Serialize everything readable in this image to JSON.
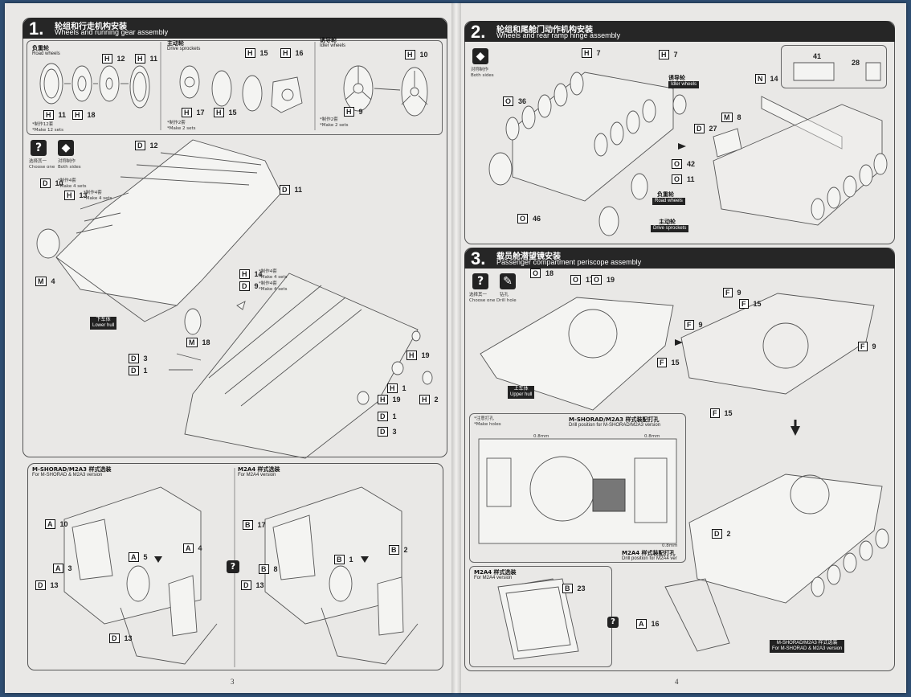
{
  "step1": {
    "number": "1.",
    "title_cn": "轮组和行走机构安装",
    "title_en": "Wheels and running gear assembly"
  },
  "step2": {
    "number": "2.",
    "title_cn": "轮组和尾舱门动作机构安装",
    "title_en": "Wheels and rear ramp hinge assembly"
  },
  "step3": {
    "number": "3.",
    "title_cn": "载员舱潜望镜安装",
    "title_en": "Passenger compartment periscope assembly"
  },
  "road_wheels": {
    "cn": "负重轮",
    "en": "Road wheels",
    "make_cn": "*制作12套",
    "make_en": "*Make 12 sets"
  },
  "drive_sprockets": {
    "cn": "主动轮",
    "en": "Drive sprockets",
    "make_cn": "*制作2套",
    "make_en": "*Make 2 sets"
  },
  "idler_wheels": {
    "cn": "诱导轮",
    "en": "Idler wheels",
    "make_cn": "*制作2套",
    "make_en": "*Make 2 sets"
  },
  "choose_one": {
    "cn": "选择其一",
    "en": "Choose one"
  },
  "both_sides": {
    "cn": "对称制作",
    "en": "Both sides"
  },
  "drill_hole": {
    "cn": "钻孔",
    "en": "Drill hole"
  },
  "lower_hull": {
    "cn": "下车体",
    "en": "Lower hull"
  },
  "upper_hull": {
    "cn": "上车体",
    "en": "Upper hull"
  },
  "make4_cn": "*制作4套",
  "make4_en": "*Make 4 sets",
  "variant_mshorad": {
    "cn": "M-SHORAD/M2A3 样式选装",
    "en": "For M-SHORAD & M2A3 version"
  },
  "variant_m2a4": {
    "cn": "M2A4 样式选装",
    "en": "For M2A4 version"
  },
  "make_holes": {
    "cn": "*注意打孔",
    "en": "*Make holes"
  },
  "drill_mshorad": {
    "cn": "M-SHORAD/M2A3 样式装配打孔",
    "en": "Drill position for M-SHORAD/M2A3 version"
  },
  "drill_m2a4": {
    "cn": "M2A4 样式装配打孔",
    "en": "Drill position for M2A4 ver"
  },
  "size_08": "0.8mm",
  "page_left": "3",
  "page_right": "4",
  "parts": {
    "h11": [
      "H",
      "11"
    ],
    "h18": [
      "H",
      "18"
    ],
    "h12": [
      "H",
      "12"
    ],
    "h11b": [
      "H",
      "11"
    ],
    "h17": [
      "H",
      "17"
    ],
    "h15": [
      "H",
      "15"
    ],
    "h15b": [
      "H",
      "15"
    ],
    "h16": [
      "H",
      "16"
    ],
    "h10": [
      "H",
      "10"
    ],
    "h9": [
      "H",
      "9"
    ],
    "d12": [
      "D",
      "12"
    ],
    "d10": [
      "D",
      "10"
    ],
    "h13": [
      "H",
      "13"
    ],
    "d11": [
      "D",
      "11"
    ],
    "m4": [
      "M",
      "4"
    ],
    "h14": [
      "H",
      "14"
    ],
    "d9": [
      "D",
      "9"
    ],
    "m18": [
      "M",
      "18"
    ],
    "d3": [
      "D",
      "3"
    ],
    "d1": [
      "D",
      "1"
    ],
    "h19": [
      "H",
      "19"
    ],
    "h1": [
      "H",
      "1"
    ],
    "h19b": [
      "H",
      "19"
    ],
    "h2": [
      "H",
      "2"
    ],
    "d1b": [
      "D",
      "1"
    ],
    "d3b": [
      "D",
      "3"
    ],
    "a10": [
      "A",
      "10"
    ],
    "a3": [
      "A",
      "3"
    ],
    "d13": [
      "D",
      "13"
    ],
    "a5": [
      "A",
      "5"
    ],
    "a4": [
      "A",
      "4"
    ],
    "d13b": [
      "D",
      "13"
    ],
    "b17": [
      "B",
      "17"
    ],
    "b8": [
      "B",
      "8"
    ],
    "d13c": [
      "D",
      "13"
    ],
    "b1": [
      "B",
      "1"
    ],
    "b2": [
      "B",
      "2"
    ],
    "h7": [
      "H",
      "7"
    ],
    "h7b": [
      "H",
      "7"
    ],
    "o36": [
      "O",
      "36"
    ],
    "d27": [
      "D",
      "27"
    ],
    "m8": [
      "M",
      "8"
    ],
    "o42": [
      "O",
      "42"
    ],
    "o11": [
      "O",
      "11"
    ],
    "n14": [
      "N",
      "14"
    ],
    "p41": [
      "",
      "41"
    ],
    "p28": [
      "",
      "28"
    ],
    "o46": [
      "O",
      "46"
    ],
    "o18": [
      "O",
      "18"
    ],
    "o17": [
      "O",
      "17"
    ],
    "o19": [
      "O",
      "19"
    ],
    "f9": [
      "F",
      "9"
    ],
    "f9b": [
      "F",
      "9"
    ],
    "f9c": [
      "F",
      "9"
    ],
    "f15": [
      "F",
      "15"
    ],
    "f15b": [
      "F",
      "15"
    ],
    "f15c": [
      "F",
      "15"
    ],
    "d2": [
      "D",
      "2"
    ],
    "b23": [
      "B",
      "23"
    ],
    "a16": [
      "A",
      "16"
    ]
  }
}
